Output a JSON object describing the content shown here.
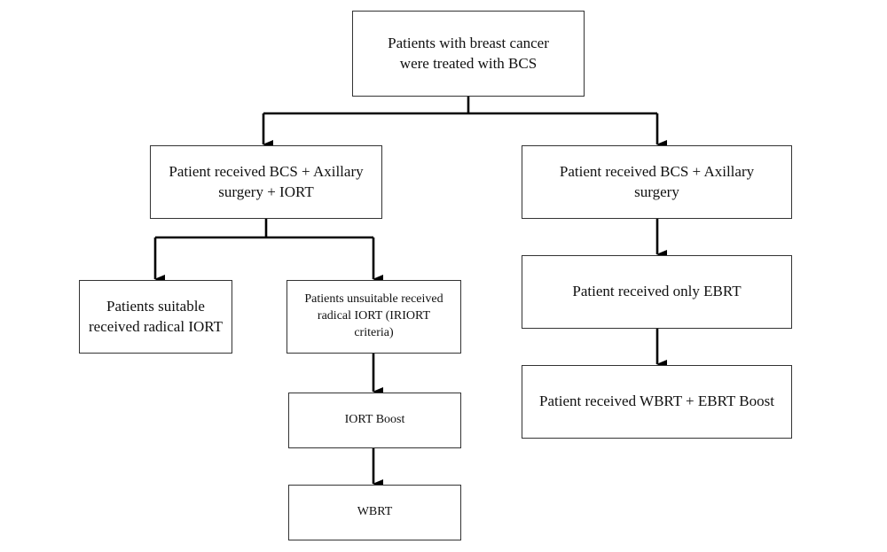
{
  "nodes": {
    "root": "Patients with breast cancer were treated with BCS",
    "left_branch": "Patient received BCS + Axillary surgery + IORT",
    "right_branch": "Patient received BCS + Axillary surgery",
    "suitable": "Patients suitable received radical IORT",
    "unsuitable": "Patients unsuitable received radical IORT (IRIORT criteria)",
    "iort_boost": "IORT Boost",
    "wbrt": "WBRT",
    "only_ebrt": "Patient received only EBRT",
    "wbrt_ebrt_boost": "Patient received WBRT + EBRT Boost"
  },
  "colors": {
    "line": "#000000",
    "box_border": "#333333"
  }
}
